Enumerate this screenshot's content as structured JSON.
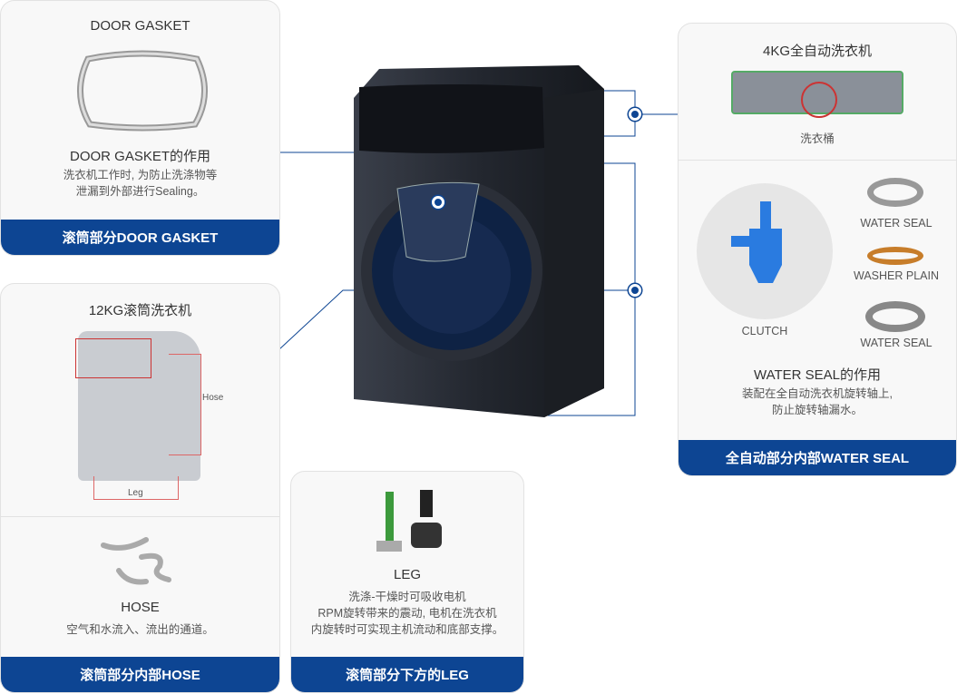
{
  "door_gasket": {
    "title": "DOOR GASKET",
    "subtitle": "DOOR GASKET的作用",
    "desc1": "洗衣机工作时, 为防止洗涤物等",
    "desc2": "泄漏到外部进行Sealing。",
    "footer": "滚筒部分DOOR GASKET"
  },
  "drum_washer": {
    "title": "12KG滚筒洗衣机",
    "hose_label": "Hose",
    "leg_label": "Leg",
    "hose_title": "HOSE",
    "hose_desc": "空气和水流入、流出的通道。",
    "footer": "滚筒部分内部HOSE"
  },
  "leg": {
    "title": "LEG",
    "desc1": "洗涤-干燥时可吸收电机",
    "desc2": "RPM旋转带来的震动, 电机在洗衣机",
    "desc3": "内旋转时可实现主机流动和底部支撑。",
    "footer": "滚筒部分下方的LEG"
  },
  "top_washer": {
    "title": "4KG全自动洗衣机",
    "tub_label": "洗衣桶",
    "clutch_label": "CLUTCH",
    "water_seal_1": "WATER SEAL",
    "washer_plain": "WASHER PLAIN",
    "water_seal_2": "WATER SEAL",
    "subtitle": "WATER SEAL的作用",
    "desc1": "装配在全自动洗衣机旋转轴上,",
    "desc2": "防止旋转轴漏水。",
    "footer": "全自动部分内部WATER SEAL"
  },
  "colors": {
    "accent": "#0d4593"
  }
}
